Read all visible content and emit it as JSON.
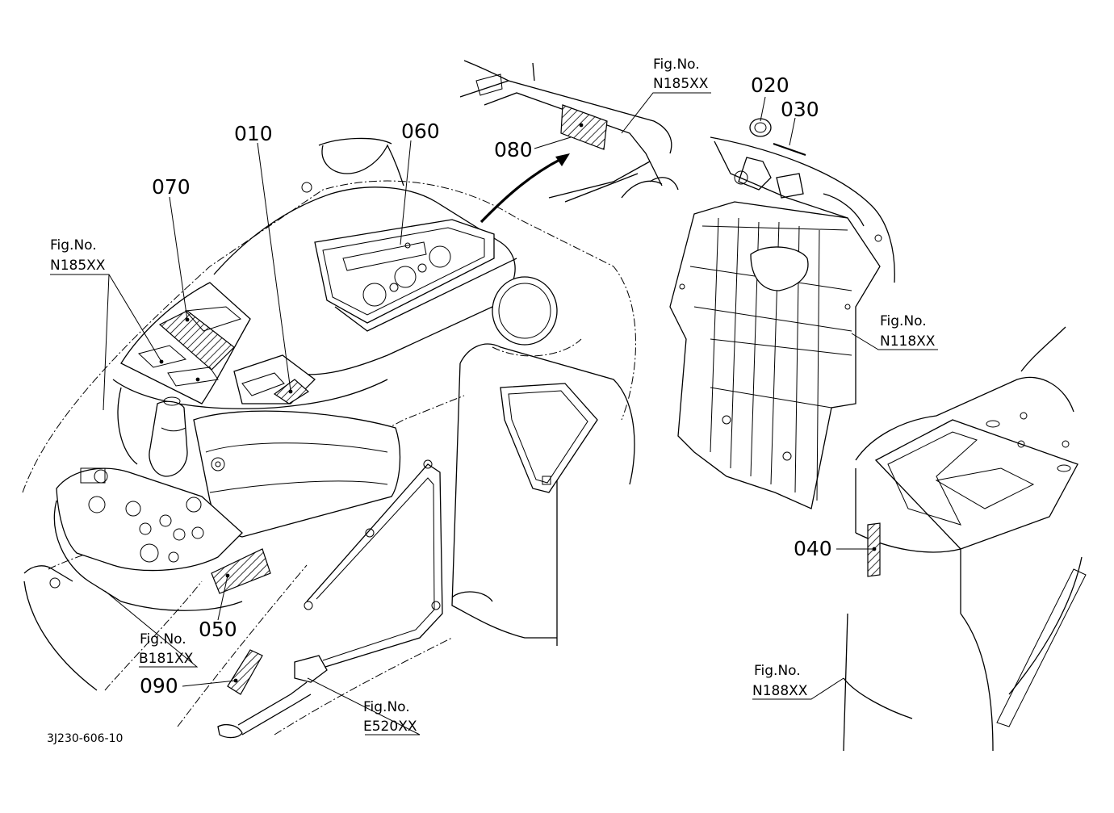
{
  "diagram_id": "3J230-606-10",
  "callouts": {
    "p010": "010",
    "p020": "020",
    "p030": "030",
    "p040": "040",
    "p050": "050",
    "p060": "060",
    "p070": "070",
    "p080": "080",
    "p090": "090"
  },
  "figure_refs": {
    "fig_top_center": {
      "label": "Fig.No.",
      "number": "N185XX"
    },
    "fig_left": {
      "label": "Fig.No.",
      "number": "N185XX"
    },
    "fig_right": {
      "label": "Fig.No.",
      "number": "N118XX"
    },
    "fig_bottom_left": {
      "label": "Fig.No.",
      "number": "B181XX"
    },
    "fig_bottom_center": {
      "label": "Fig.No.",
      "number": "E520XX"
    },
    "fig_bottom_right": {
      "label": "Fig.No.",
      "number": "N188XX"
    }
  }
}
